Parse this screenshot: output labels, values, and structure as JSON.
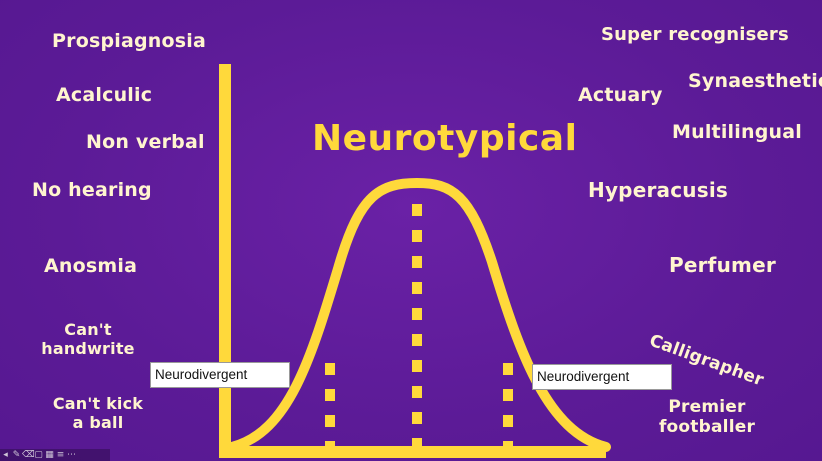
{
  "title": "Neurotypical",
  "colors": {
    "background": "#5f1d9b",
    "accent": "#ffd93b",
    "text": "#fff5cf"
  },
  "left_labels": {
    "prospiagnosia": "Prospiagnosia",
    "acalculic": "Acalculic",
    "non_verbal": "Non verbal",
    "no_hearing": "No hearing",
    "anosmia": "Anosmia",
    "cant_handwrite_1": "Can't",
    "cant_handwrite_2": "handwrite",
    "cant_kick_1": "Can't kick",
    "cant_kick_2": "a ball"
  },
  "right_labels": {
    "super_recognisers": "Super recognisers",
    "synaesthetic": "Synaesthetic",
    "actuary": "Actuary",
    "multilingual": "Multilingual",
    "hyperacusis": "Hyperacusis",
    "perfumer": "Perfumer",
    "calligrapher": "Calligrapher",
    "premier_footballer_1": "Premier",
    "premier_footballer_2": "footballer"
  },
  "boxes": {
    "left": "Neurodivergent",
    "right": "Neurodivergent"
  },
  "toolbar_icons": [
    "arrow-icon",
    "pen-icon",
    "eraser-icon",
    "screen-icon",
    "grid-icon",
    "menu-icon",
    "more-icon"
  ]
}
